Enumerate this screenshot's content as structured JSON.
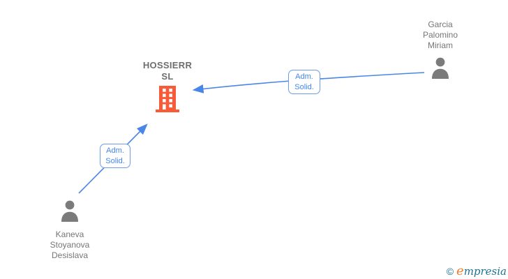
{
  "diagram": {
    "type": "corporate-relationship-graph",
    "company": {
      "name": "HOSSIERR SL",
      "icon": "building-icon",
      "icon_color": "#f95b38"
    },
    "persons": [
      {
        "name": "Garcia Palomino Miriam",
        "icon": "person-icon",
        "icon_color": "#7b7b7b"
      },
      {
        "name": "Kaneva Stoyanova Desislava",
        "icon": "person-icon",
        "icon_color": "#7b7b7b"
      }
    ],
    "relationships": [
      {
        "from": "Garcia Palomino Miriam",
        "to": "HOSSIERR SL",
        "label": "Adm. Solid."
      },
      {
        "from": "Kaneva Stoyanova Desislava",
        "to": "HOSSIERR SL",
        "label": "Adm. Solid."
      }
    ],
    "edge_color": "#4a86e8",
    "label_text_color": "#4285f4",
    "name_text_color": "#767676"
  },
  "footer": {
    "copyright": "©",
    "logo_first_letter": "e",
    "logo_rest": "mpresia",
    "logo_orange": "#ef7d2e",
    "logo_teal": "#1d7291"
  }
}
